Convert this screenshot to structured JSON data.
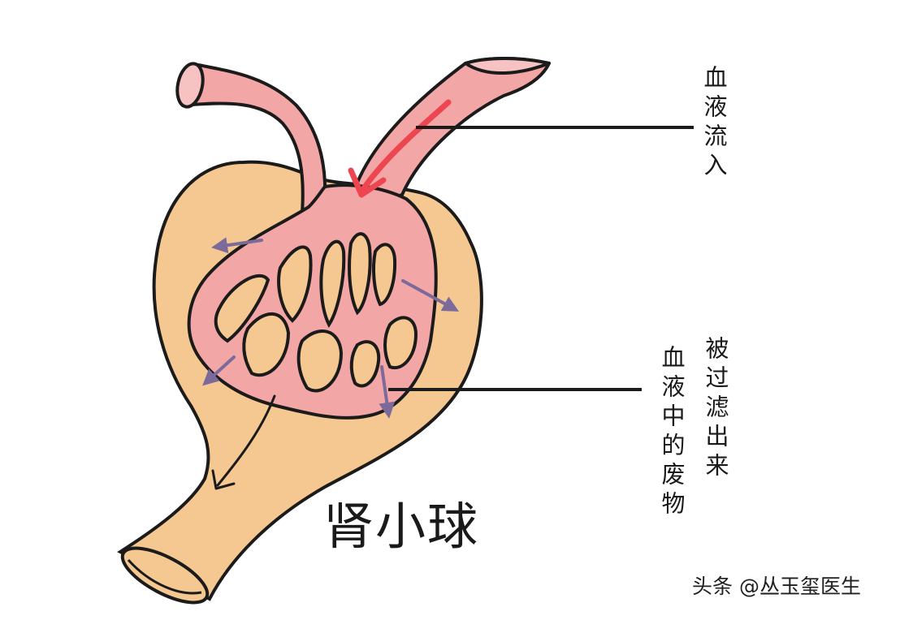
{
  "labels": {
    "inflow": "血液流入",
    "waste_part1": "血液中的废物",
    "waste_part2": "被过滤出来"
  },
  "title": "肾小球",
  "watermark": "头条 @丛玉玺医生",
  "colors": {
    "capsule": "#f5c891",
    "vessel": "#f3a6a6",
    "vessel_light": "#f7c2c2",
    "flow_arrow": "#ee4650",
    "filter_arrow": "#7b6a9a",
    "outline": "#1b1b1b",
    "background": "#ffffff"
  }
}
